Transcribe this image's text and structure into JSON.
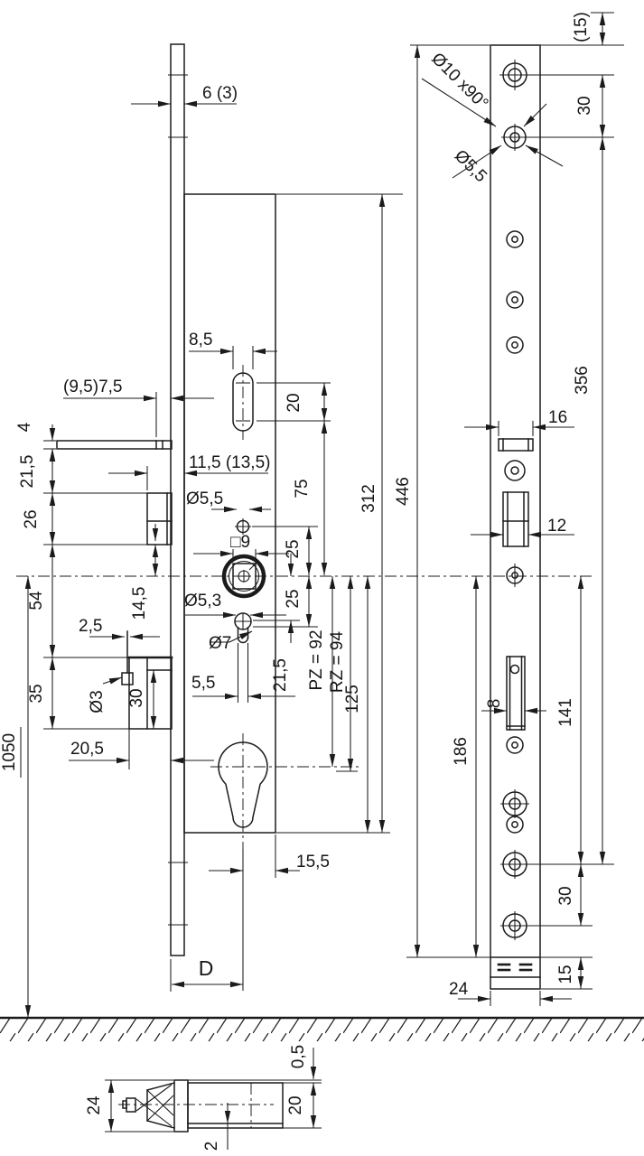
{
  "drawing": {
    "kind": "multipoint-lock technical drawing",
    "colors": {
      "line": "#1b1b1b",
      "background": "#ffffff"
    }
  },
  "labels": {
    "lv": {
      "thickness": "6 (3)",
      "slot_width": "8,5",
      "slot_height": "20",
      "backset_a": "(9,5)7,5",
      "rod_4": "4",
      "d21_5_left": "21,5",
      "d26": "26",
      "backset_b": "11,5 (13,5)",
      "hole_5_5": "Ø5,5",
      "square_9": "□9",
      "hole_5_3": "Ø5,3",
      "hole_7": "Ø7",
      "d5_5": "5,5",
      "d75": "75",
      "d25_upper": "25",
      "d25_lower": "25",
      "d21_5_mid": "21,5",
      "d14_5": "14,5",
      "d54": "54",
      "d2_5": "2,5",
      "d35": "35",
      "hole_3": "Ø3",
      "d30_hook": "30",
      "d20_5": "20,5",
      "d1050": "1050",
      "pz": "PZ = 92",
      "rz": "RZ = 94",
      "d125": "125",
      "d312": "312",
      "d446": "446",
      "d15_5": "15,5",
      "dim_d": "D"
    },
    "rv": {
      "d15_top": "(15)",
      "countersink": "Ø10 x90°",
      "hole_5_5": "Ø5,5",
      "d30_top": "30",
      "d356": "356",
      "d16": "16",
      "d12": "12",
      "d8": "8",
      "d141": "141",
      "d186": "186",
      "d30_bottom": "30",
      "d15_bottom": "15",
      "d24": "24"
    },
    "detail": {
      "d0_5": "0,5",
      "d24": "24",
      "d20": "20",
      "d2": "2"
    }
  }
}
